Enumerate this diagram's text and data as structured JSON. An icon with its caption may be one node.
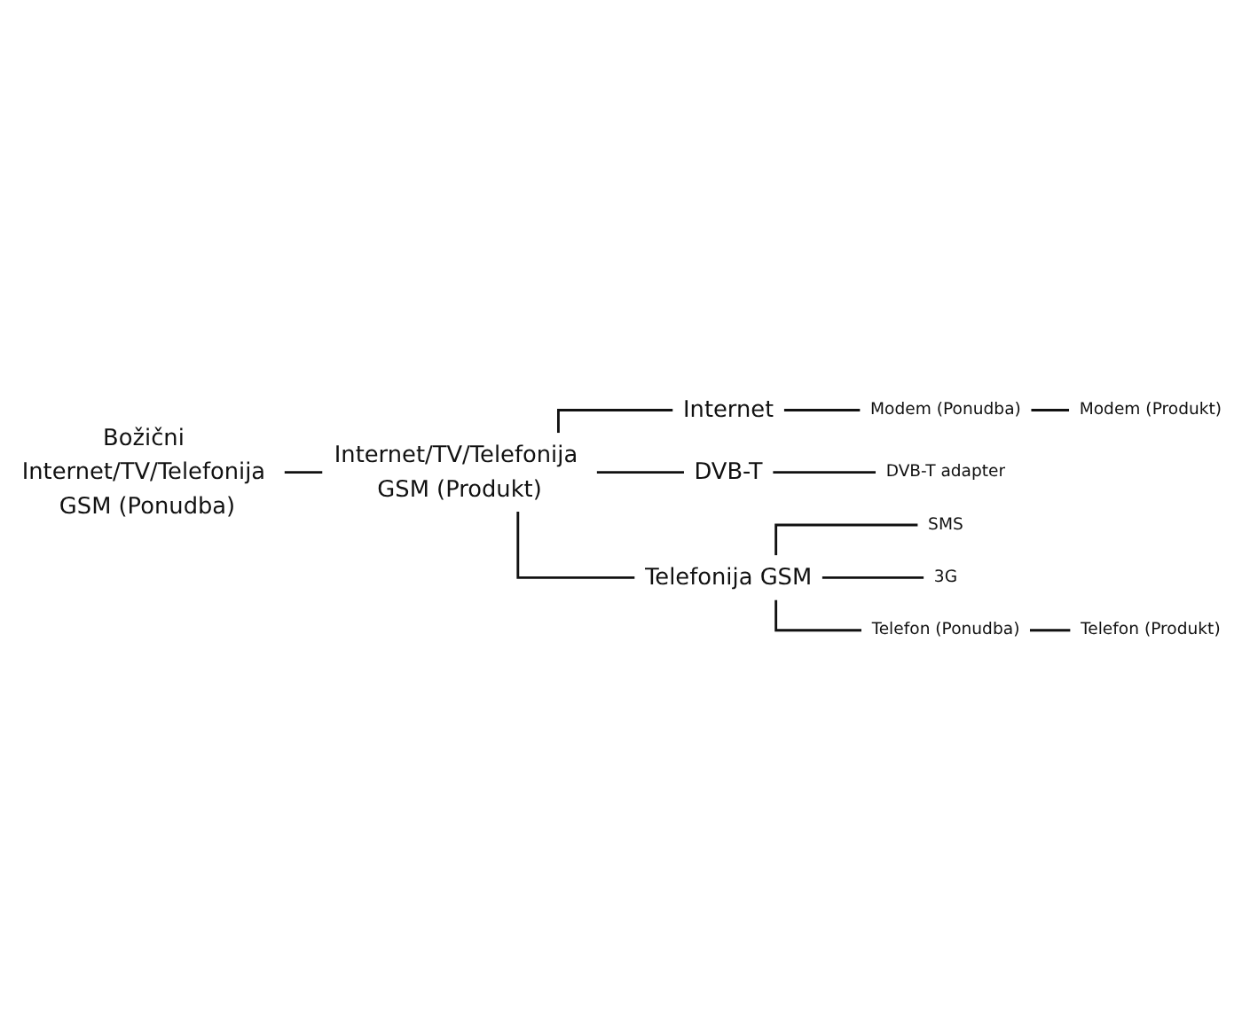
{
  "diagram": {
    "nodes": [
      {
        "text": [
          "Božični Internet/TV/Telefonija GSM (Ponudba)"
        ]
      },
      {
        "text": [
          "Internet/TV/Telefonija GSM (Produkt)"
        ]
      },
      {
        "text": [
          "Internet"
        ]
      },
      {
        "text": [
          "Modem (Ponudba)"
        ]
      },
      {
        "text": [
          "Modem (Produkt)"
        ]
      },
      {
        "text": [
          "DVB-T"
        ]
      },
      {
        "text": [
          "DVB-T adapter"
        ]
      },
      {
        "text": [
          "Telefonija GSM"
        ]
      },
      {
        "text": [
          "SMS"
        ]
      },
      {
        "text": [
          "3G"
        ]
      },
      {
        "text": [
          "Telefon (Ponudba)"
        ]
      },
      {
        "text": [
          "Telefon (Produkt)"
        ]
      }
    ],
    "edges": [
      {
        "from": 0,
        "to": 1,
        "arrow": "none"
      },
      {
        "from": 1,
        "to": 2,
        "arrow": "none"
      },
      {
        "from": 2,
        "to": 3,
        "arrow": "none"
      },
      {
        "from": 3,
        "to": 4,
        "arrow": "none"
      },
      {
        "from": 1,
        "to": 5,
        "arrow": "none"
      },
      {
        "from": 5,
        "to": 6,
        "arrow": "none"
      },
      {
        "from": 1,
        "to": 7,
        "arrow": "none"
      },
      {
        "from": 7,
        "to": 8,
        "arrow": "none"
      },
      {
        "from": 7,
        "to": 9,
        "arrow": "none"
      },
      {
        "from": 7,
        "to": 10,
        "arrow": "none"
      },
      {
        "from": 10,
        "to": 11,
        "arrow": "none"
      }
    ]
  }
}
